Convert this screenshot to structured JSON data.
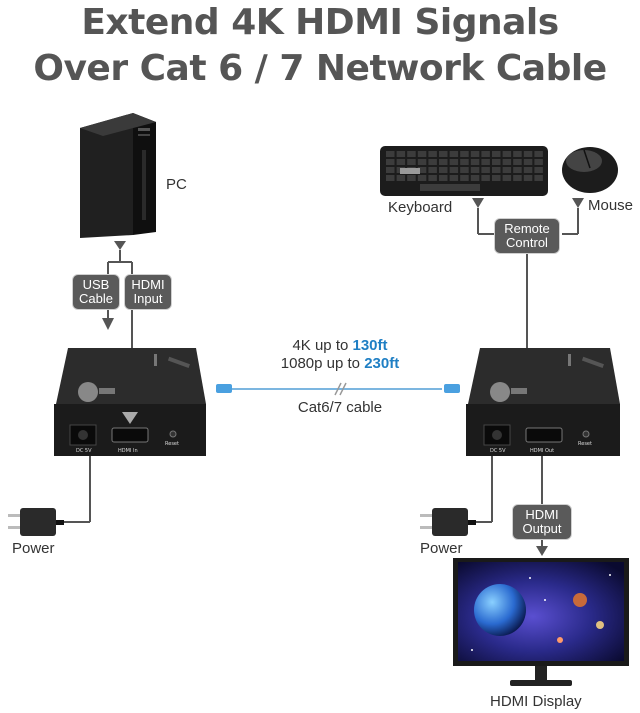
{
  "title": {
    "line1": "Extend 4K HDMI Signals",
    "line2": "Over Cat 6 / 7 Network Cable"
  },
  "left": {
    "pc_label": "PC",
    "usb_tag": [
      "USB",
      "Cable"
    ],
    "hdmi_tag": [
      "HDMI",
      "Input"
    ],
    "power_label": "Power",
    "ports": {
      "dc": "DC 5V",
      "hdmi": "HDMI In",
      "reset": "Reset"
    }
  },
  "right": {
    "keyboard_label": "Keyboard",
    "mouse_label": "Mouse",
    "remote_tag": [
      "Remote",
      "Control"
    ],
    "hdmi_out_tag": [
      "HDMI",
      "Output"
    ],
    "power_label": "Power",
    "display_label": "HDMI Display",
    "ports": {
      "dc": "DC 5V",
      "hdmi": "HDMI Out",
      "reset": "Reset"
    }
  },
  "middle": {
    "line1_prefix": "4K up to ",
    "line1_value": "130ft",
    "line2_prefix": "1080p up to ",
    "line2_value": "230ft",
    "cable_label": "Cat6/7 cable"
  },
  "colors": {
    "title": "#555555",
    "accent": "#1f7fc4",
    "tag_bg": "#5a5a5a",
    "device": "#1e1e1e"
  }
}
